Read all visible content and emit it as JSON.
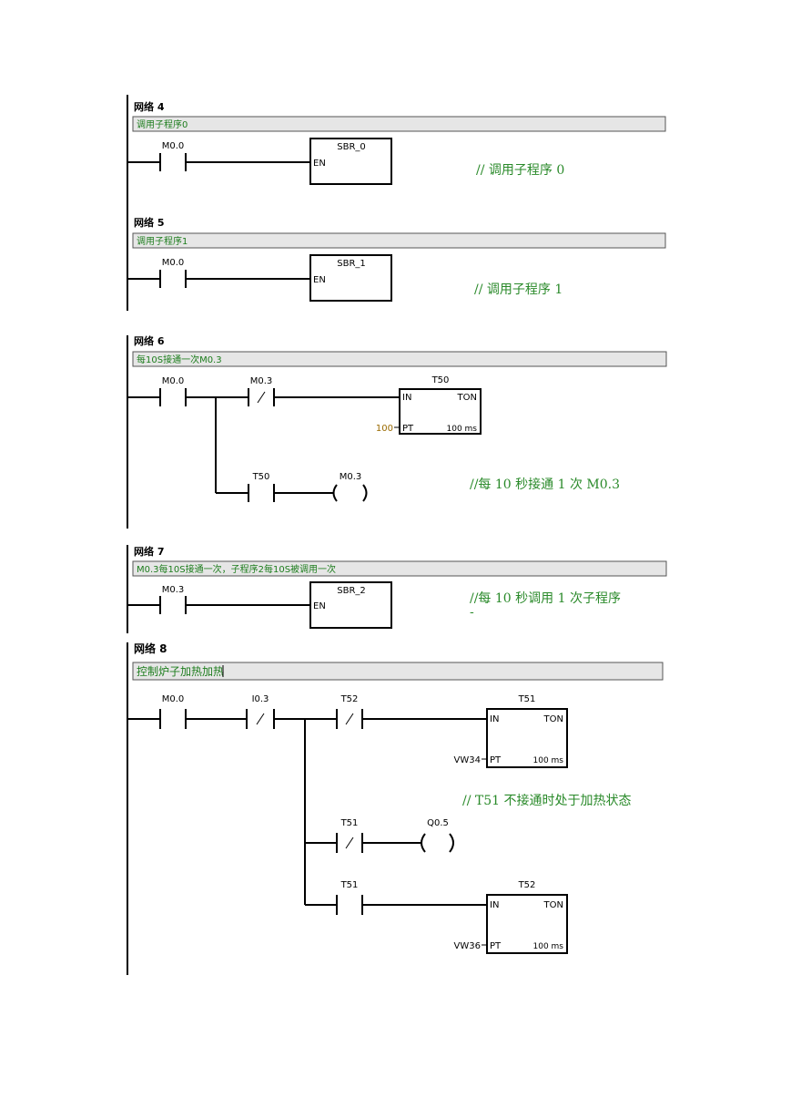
{
  "colors": {
    "comment_text": "#1d7d1d",
    "annotation_text": "#2a8a2a",
    "preset_value": "#9a6a00",
    "comment_bar": "#e6e6e6"
  },
  "networks": [
    {
      "title": "网络 4",
      "comment": "调用子程序0",
      "contacts": [
        "M0.0"
      ],
      "box": {
        "name": "SBR_0",
        "en": "EN"
      },
      "annotation": "//  调用子程序 0"
    },
    {
      "title": "网络 5",
      "comment": "调用子程序1",
      "contacts": [
        "M0.0"
      ],
      "box": {
        "name": "SBR_1",
        "en": "EN"
      },
      "annotation": "//  调用子程序 1"
    },
    {
      "title": "网络 6",
      "comment": "每10S接通一次M0.3",
      "contacts": [
        "M0.0",
        "M0.3",
        "T50"
      ],
      "timer": {
        "name": "T50",
        "in": "IN",
        "type": "TON",
        "pt_label": "PT",
        "preset": "100",
        "base": "100 ms"
      },
      "coil": "M0.3",
      "annotation": "//每 10 秒接通 1 次 M0.3"
    },
    {
      "title": "网络 7",
      "comment": "M0.3每10S接通一次，子程序2每10S被调用一次",
      "contacts": [
        "M0.3"
      ],
      "box": {
        "name": "SBR_2",
        "en": "EN"
      },
      "annotation": "//每 10 秒调用 1 次子程序",
      "annotation_extra": "-"
    },
    {
      "title": "网络 8",
      "comment": "控制炉子加热加热",
      "contacts": [
        "M0.0",
        "I0.3",
        "T52",
        "T51",
        "T51"
      ],
      "timers": [
        {
          "name": "T51",
          "in": "IN",
          "type": "TON",
          "pt_label": "PT",
          "preset": "VW34",
          "base": "100 ms"
        },
        {
          "name": "T52",
          "in": "IN",
          "type": "TON",
          "pt_label": "PT",
          "preset": "VW36",
          "base": "100 ms"
        }
      ],
      "coil": "Q0.5",
      "annotation": "// T51 不接通时处于加热状态"
    }
  ]
}
